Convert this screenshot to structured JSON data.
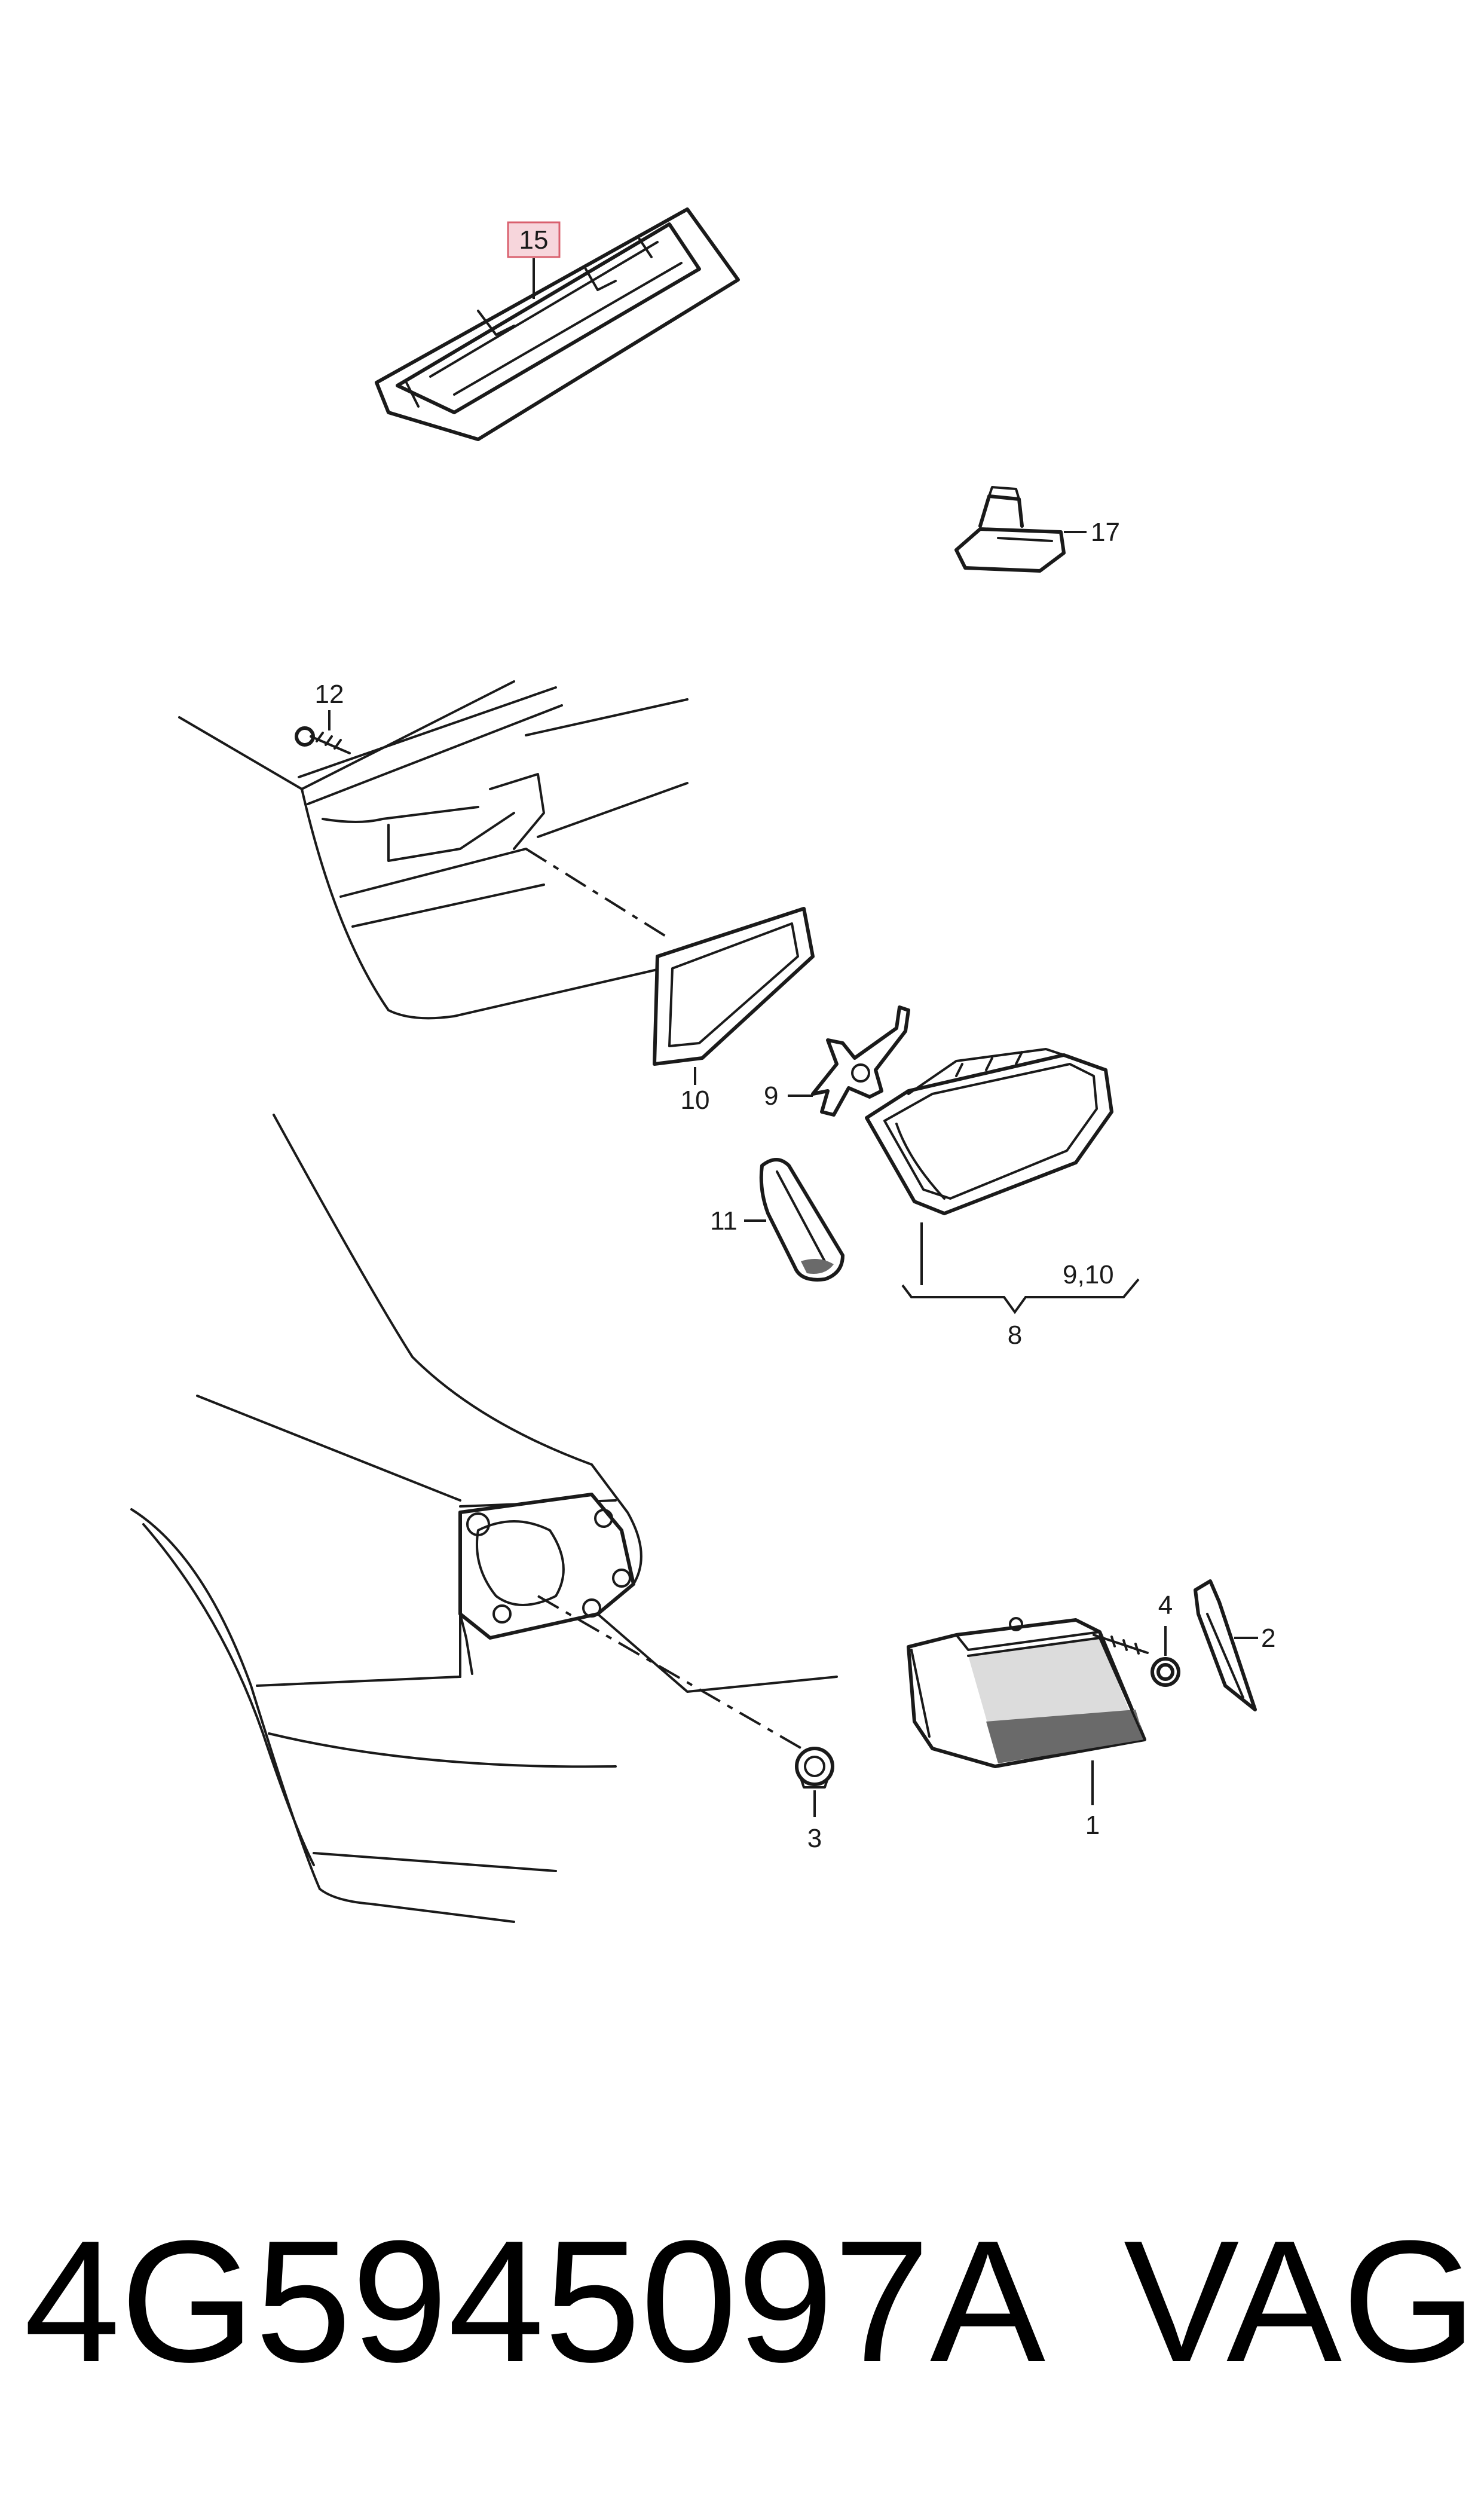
{
  "callouts": {
    "c1": "1",
    "c2": "2",
    "c3": "3",
    "c4": "4",
    "c8": "8",
    "c9": "9",
    "c9_10": "9,10",
    "c10": "10",
    "c11": "11",
    "c12": "12",
    "c15": "15",
    "c17": "17"
  },
  "highlighted_callout": "15",
  "highlight_color": "#f7d6dc",
  "footer": {
    "part_number": "4G5945097A",
    "brand": "VAG"
  }
}
